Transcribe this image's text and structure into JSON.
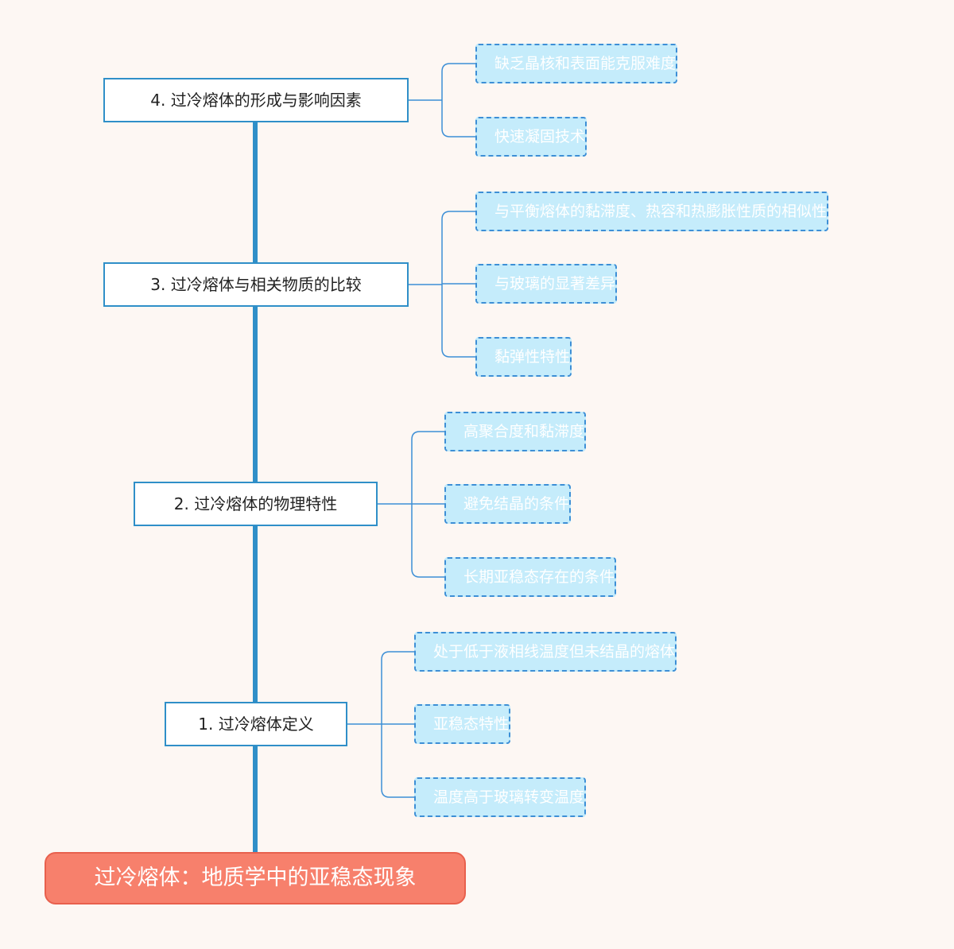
{
  "root": {
    "title": "过冷熔体：地质学中的亚稳态现象"
  },
  "topics": [
    {
      "label": "4. 过冷熔体的形成与影响因素",
      "children": [
        "缺乏晶核和表面能克服难度",
        "快速凝固技术"
      ]
    },
    {
      "label": "3. 过冷熔体与相关物质的比较",
      "children": [
        "与平衡熔体的黏滞度、热容和热膨胀性质的相似性",
        "与玻璃的显著差异",
        "黏弹性特性"
      ]
    },
    {
      "label": "2. 过冷熔体的物理特性",
      "children": [
        "高聚合度和黏滞度",
        "避免结晶的条件",
        "长期亚稳态存在的条件"
      ]
    },
    {
      "label": "1. 过冷熔体定义",
      "children": [
        "处于低于液相线温度但未结晶的熔体",
        "亚稳态特性",
        "温度高于玻璃转变温度"
      ]
    }
  ],
  "colors": {
    "background": "#fdf7f3",
    "trunk_line": "#2f8fc8",
    "branch_line": "#3d8fd6",
    "root_fill": "#f7806c",
    "topic_border": "#2f8fc8",
    "leaf_fill": "#c5ecfb",
    "leaf_border": "#3d8fd6"
  }
}
